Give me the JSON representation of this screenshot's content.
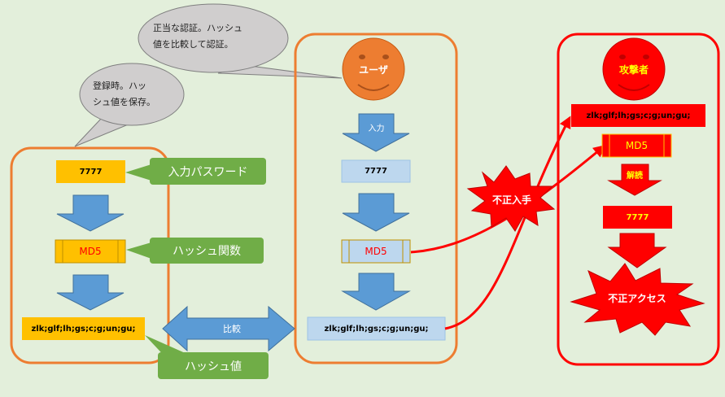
{
  "callouts": {
    "registration": [
      "登録時。ハッ",
      "シュ値を保存。"
    ],
    "login": [
      "正当な認証。ハッシュ",
      "値を比較して認証。"
    ]
  },
  "left_flow": {
    "password": "7777",
    "md5": "MD5",
    "hash": "zlk;glf;lh;gs;c;g;un;gu;"
  },
  "labels": {
    "input_password": "入力パスワード",
    "hash_function": "ハッシュ関数",
    "hash_value": "ハッシュ値",
    "compare": "比較",
    "input": "入力"
  },
  "user_flow": {
    "face_label": "ユーザ",
    "password": "7777",
    "md5": "MD5",
    "hash": "zlk;glf;lh;gs;c;g;un;gu;"
  },
  "theft": {
    "label": "不正入手"
  },
  "attacker_flow": {
    "face_label": "攻撃者",
    "hash": "zlk;glf;lh;gs;c;g;un;gu;",
    "md5": "MD5",
    "decode": "解読",
    "password": "7777",
    "access": "不正アクセス"
  },
  "colors": {
    "background": "#e3efdb",
    "orange_border": "#ed7d31",
    "red": "#ff0000",
    "blue_arrow": "#5b9bd5",
    "green_label": "#70ad47",
    "yellow_box": "#ffc000",
    "light_blue_box": "#bdd7ee",
    "callout_gray": "#d0cece"
  }
}
